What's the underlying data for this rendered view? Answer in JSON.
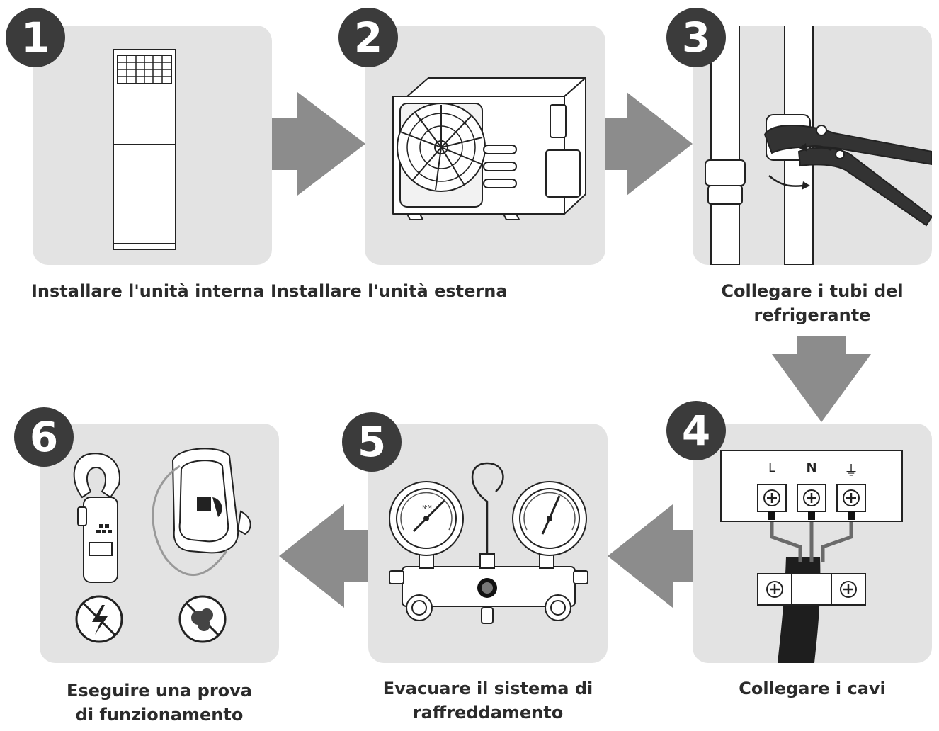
{
  "steps": [
    {
      "number": "1",
      "caption_lines": [
        "Installare l'unità interna"
      ],
      "icon": "floor-standing-indoor-unit-icon"
    },
    {
      "number": "2",
      "caption_lines": [
        "Installare l'unità esterna"
      ],
      "icon": "outdoor-unit-icon"
    },
    {
      "number": "3",
      "caption_lines": [
        "Collegare i tubi del",
        "refrigerante"
      ],
      "icon": "pipe-wrench-icon"
    },
    {
      "number": "4",
      "caption_lines": [
        "Collegare i cavi"
      ],
      "icon": "terminal-block-icon"
    },
    {
      "number": "5",
      "caption_lines": [
        "Evacuare il sistema di",
        "raffreddamento"
      ],
      "icon": "manifold-gauge-icon"
    },
    {
      "number": "6",
      "caption_lines": [
        "Eseguire una prova",
        "di funzionamento"
      ],
      "icon": "clamp-meter-and-leak-detector-icon"
    }
  ],
  "terminal_labels": [
    "L",
    "N",
    "⏚"
  ],
  "gauge_label": "N·M",
  "colors": {
    "panel": "#e3e3e3",
    "badge": "#3b3b3b",
    "arrow": "#8c8c8c",
    "text": "#2b2b2b",
    "line": "#222222"
  }
}
